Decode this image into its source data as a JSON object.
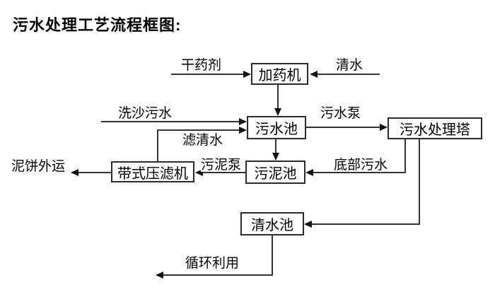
{
  "title": "污水处理工艺流程框图:",
  "nodes": {
    "dosing_machine": "加药机",
    "sewage_pool": "污水池",
    "treatment_tower": "污水处理塔",
    "sludge_pool": "污泥池",
    "belt_filter_press": "带式压滤机",
    "clean_water_pool": "清水池"
  },
  "flow_labels": {
    "dry_chemical": "干药剂",
    "clean_water": "清水",
    "sand_washing_sewage": "洗沙污水",
    "filtered_water": "滤清水",
    "sewage_pump": "污水泵",
    "bottom_sewage": "底部污水",
    "sludge_pump": "污泥泵",
    "mud_cake_out": "泥饼外运",
    "recycle_use": "循环利用"
  },
  "colors": {
    "background": "#ffffff",
    "line": "#333333",
    "box_border": "#2b2b2b",
    "text": "#000000"
  }
}
